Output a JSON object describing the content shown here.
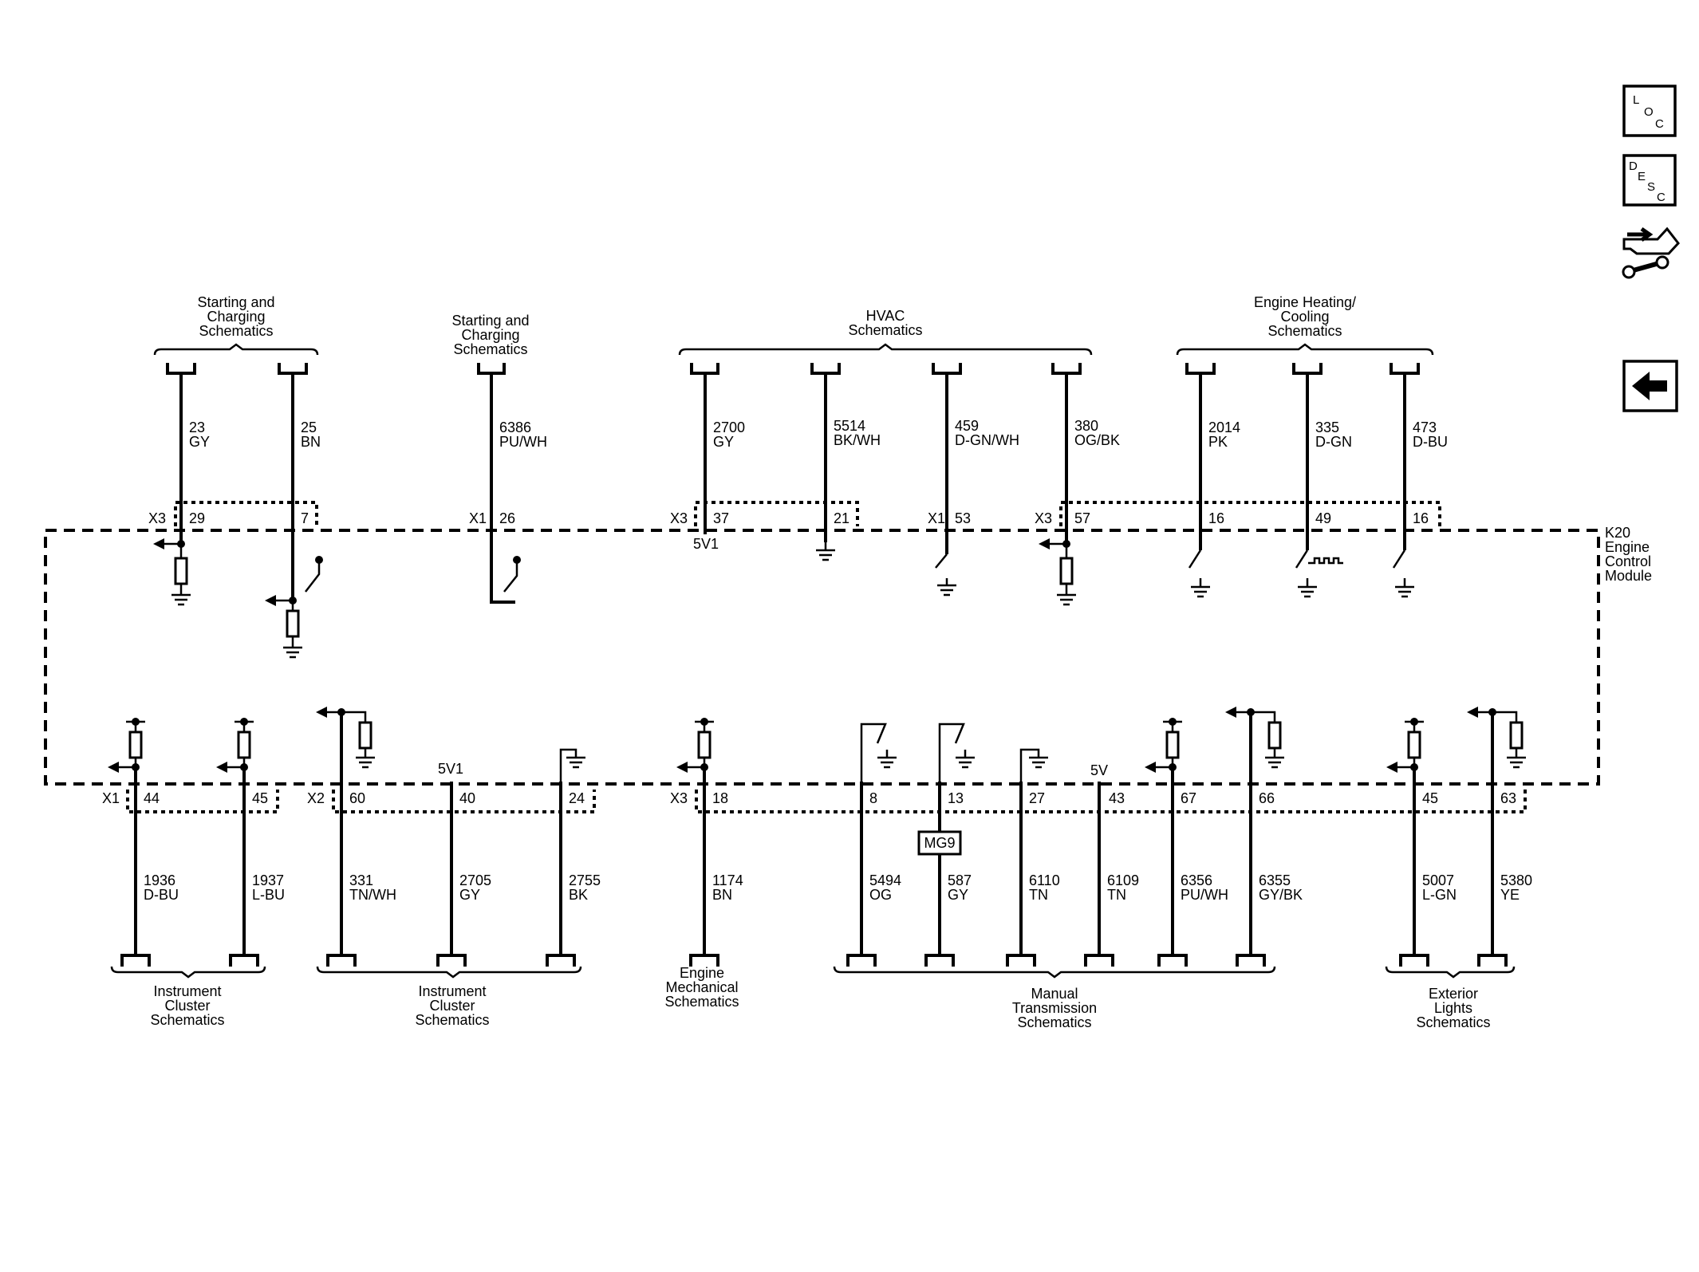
{
  "module": {
    "name": "K20",
    "lines": [
      "Engine",
      "Control",
      "Module"
    ]
  },
  "nav": {
    "loc": [
      "L",
      "O",
      "C"
    ],
    "desc": [
      "D",
      "E",
      "S",
      "C"
    ]
  },
  "top": {
    "groups": [
      {
        "lines": [
          "Starting and",
          "Charging",
          "Schematics"
        ]
      },
      {
        "lines": [
          "Starting and",
          "Charging",
          "Schematics"
        ]
      },
      {
        "lines": [
          "HVAC",
          "Schematics"
        ]
      },
      {
        "lines": [
          "Engine Heating/",
          "Cooling",
          "Schematics"
        ]
      }
    ],
    "connectors": [
      {
        "name": "X3",
        "pins": [
          "29",
          "7"
        ]
      },
      {
        "name": "X1",
        "pins": [
          "26"
        ]
      },
      {
        "name": "X3",
        "pins": [
          "37",
          "21"
        ]
      },
      {
        "name": "X1",
        "pins": [
          "53"
        ]
      },
      {
        "name": "X3",
        "pins": [
          "57",
          "16",
          "49",
          "16"
        ]
      }
    ],
    "wires": [
      {
        "circuit": "23",
        "color": "GY"
      },
      {
        "circuit": "25",
        "color": "BN"
      },
      {
        "circuit": "6386",
        "color": "PU/WH"
      },
      {
        "circuit": "2700",
        "color": "GY"
      },
      {
        "circuit": "5514",
        "color": "BK/WH"
      },
      {
        "circuit": "459",
        "color": "D-GN/WH"
      },
      {
        "circuit": "380",
        "color": "OG/BK"
      },
      {
        "circuit": "2014",
        "color": "PK"
      },
      {
        "circuit": "335",
        "color": "D-GN"
      },
      {
        "circuit": "473",
        "color": "D-BU"
      }
    ],
    "ref_5v1": "5V1"
  },
  "bottom": {
    "groups": [
      {
        "lines": [
          "Instrument",
          "Cluster",
          "Schematics"
        ]
      },
      {
        "lines": [
          "Instrument",
          "Cluster",
          "Schematics"
        ]
      },
      {
        "lines": [
          "Engine",
          "Mechanical",
          "Schematics"
        ]
      },
      {
        "lines": [
          "Manual",
          "Transmission",
          "Schematics"
        ]
      },
      {
        "lines": [
          "Exterior",
          "Lights",
          "Schematics"
        ]
      }
    ],
    "connectors": [
      {
        "name": "X1",
        "pins": [
          "44",
          "45"
        ]
      },
      {
        "name": "X2",
        "pins": [
          "60",
          "40",
          "24"
        ]
      },
      {
        "name": "X3",
        "pins": [
          "18",
          "8",
          "13",
          "27",
          "43",
          "67",
          "66",
          "45",
          "63"
        ]
      }
    ],
    "wires": [
      {
        "circuit": "1936",
        "color": "D-BU"
      },
      {
        "circuit": "1937",
        "color": "L-BU"
      },
      {
        "circuit": "331",
        "color": "TN/WH"
      },
      {
        "circuit": "2705",
        "color": "GY"
      },
      {
        "circuit": "2755",
        "color": "BK"
      },
      {
        "circuit": "1174",
        "color": "BN"
      },
      {
        "circuit": "5494",
        "color": "OG"
      },
      {
        "circuit": "587",
        "color": "GY"
      },
      {
        "circuit": "6110",
        "color": "TN"
      },
      {
        "circuit": "6109",
        "color": "TN"
      },
      {
        "circuit": "6356",
        "color": "PU/WH"
      },
      {
        "circuit": "6355",
        "color": "GY/BK"
      },
      {
        "circuit": "5007",
        "color": "L-GN"
      },
      {
        "circuit": "5380",
        "color": "YE"
      }
    ],
    "ref_5v1": "5V1",
    "ref_5v": "5V",
    "splice": "MG9"
  }
}
